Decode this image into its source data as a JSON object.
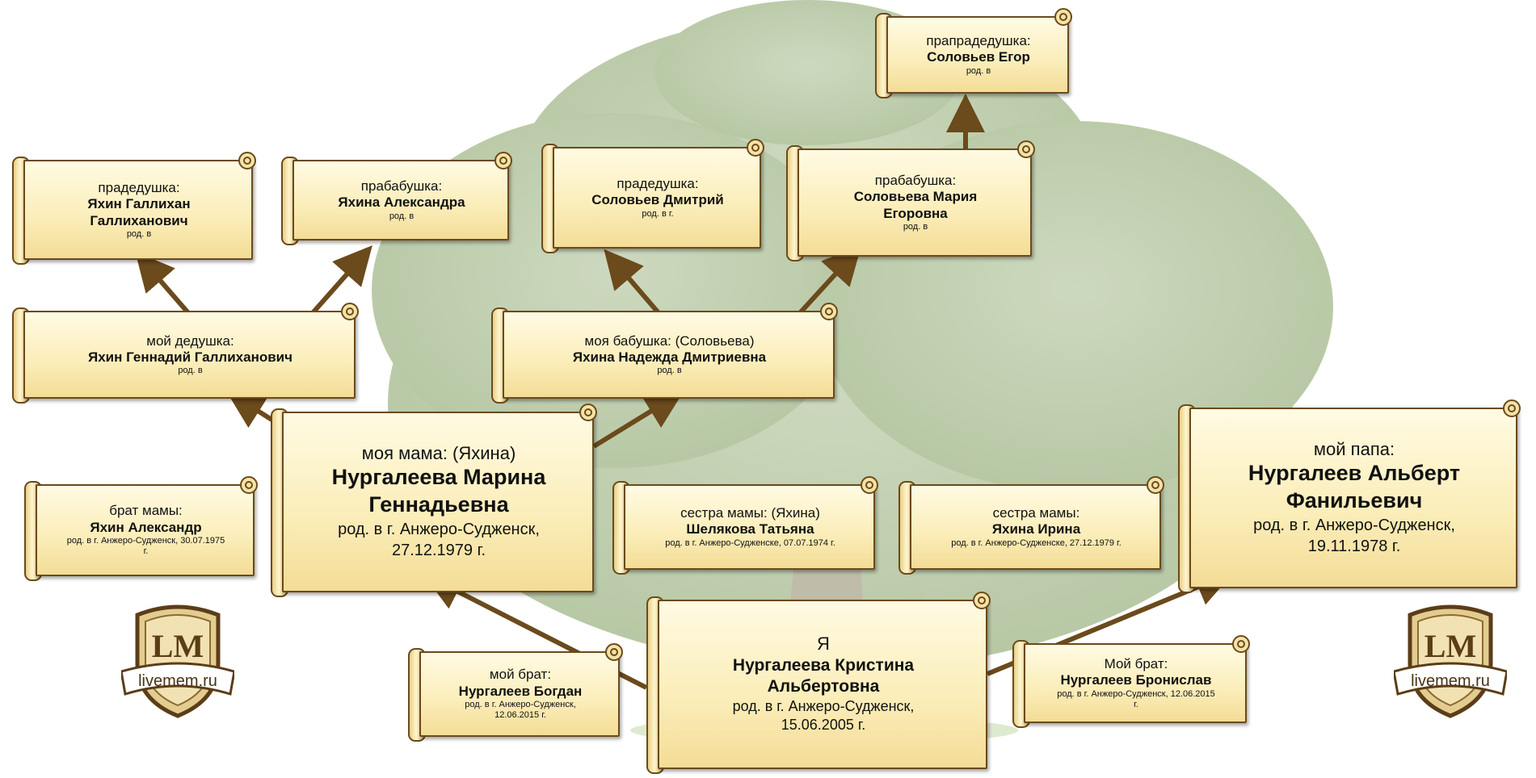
{
  "cards": {
    "gg_grandfather_s": {
      "relation": "прапрадедушка:",
      "name": "Соловьев Егор",
      "born": "род. в"
    },
    "g_grandfather_y": {
      "relation": "прадедушка:",
      "name": "Яхин Галлихан Галлиханович",
      "born": "род. в"
    },
    "g_grandmother_y": {
      "relation": "прабабушка:",
      "name": "Яхина Александра",
      "born": "род. в"
    },
    "g_grandfather_s": {
      "relation": "прадедушка:",
      "name": "Соловьев Дмитрий",
      "born": "род. в г."
    },
    "g_grandmother_s": {
      "relation": "прабабушка:",
      "name": "Соловьева Мария Егоровна",
      "born": "род. в"
    },
    "grandfather": {
      "relation": "мой дедушка:",
      "name": "Яхин Геннадий Галлиханович",
      "born": "род. в"
    },
    "grandmother": {
      "relation": "моя бабушка: (Соловьева)",
      "name": "Яхина Надежда Дмитриевна",
      "born": "род. в"
    },
    "mother": {
      "relation": "моя мама: (Яхина)",
      "name": "Нургалеева Марина Геннадьевна",
      "born": "род. в г. Анжеро-Судженск, 27.12.1979 г."
    },
    "father": {
      "relation": "мой папа:",
      "name": "Нургалеев Альберт Фанильевич",
      "born": "род. в г. Анжеро-Судженск, 19.11.1978 г."
    },
    "uncle": {
      "relation": "брат мамы:",
      "name": "Яхин Александр",
      "born": "род. в г. Анжеро-Судженск, 30.07.1975 г."
    },
    "aunt1": {
      "relation": "сестра мамы: (Яхина)",
      "name": "Шелякова Татьяна",
      "born": "род. в г. Анжеро-Судженске, 07.07.1974 г."
    },
    "aunt2": {
      "relation": "сестра мамы:",
      "name": "Яхина Ирина",
      "born": "род. в г. Анжеро-Судженске, 27.12.1979 г."
    },
    "self": {
      "relation": "Я",
      "name": "Нургалеева Кристина Альбертовна",
      "born": "род. в г. Анжеро-Судженск, 15.06.2005 г."
    },
    "brother1": {
      "relation": "мой брат:",
      "name": "Нургалеев Богдан",
      "born": "род. в г. Анжеро-Судженск, 12.06.2015 г."
    },
    "brother2": {
      "relation": "Мой брат:",
      "name": "Нургалеев Бронислав",
      "born": "род. в г. Анжеро-Судженск, 12.06.2015 г."
    }
  },
  "logo": {
    "monogram": "LM",
    "text": "livemem.ru"
  },
  "colors": {
    "arrow": "#6b4a1c",
    "paper": "#fbedb8",
    "foliage": "#b9c9a6",
    "trunk": "#b5b19b"
  }
}
